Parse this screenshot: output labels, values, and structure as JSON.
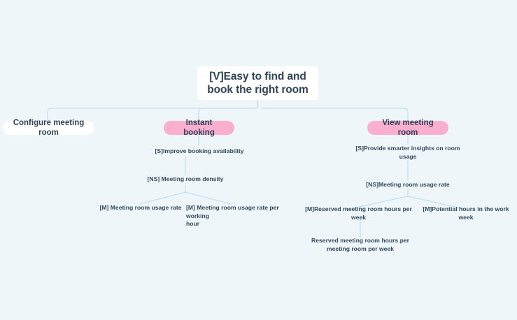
{
  "diagram": {
    "type": "mindmap-tree",
    "background_color": "#eef6fa",
    "edge_color": "#bfe1ef",
    "accent_pink": "#fbafd0",
    "card_white": "#ffffff",
    "text_color": "#34495e",
    "root": {
      "label": "[V]Easy to find and\nbook the right room",
      "style": "white-card"
    },
    "level1": [
      {
        "label": "Configure meeting room",
        "style": "white-pill"
      },
      {
        "label": "Instant booking",
        "style": "pink-pill"
      },
      {
        "label": "View meeting room",
        "style": "pink-pill"
      }
    ],
    "branch_instant_booking": {
      "signal": "[S]Improve booking availability",
      "non_signal": "[NS] Meeting room density",
      "metrics": [
        "[M] Meeting room usage rate",
        "[M] Meeting room usage rate per working\nhour"
      ]
    },
    "branch_view_meeting_room": {
      "signal": "[S]Provide smarter insights on room\nusage",
      "non_signal": "[NS]Meeting room usage rate",
      "metrics": [
        "[M]Reserved meeting room hours per week",
        "[M]Potential hours in the work week"
      ],
      "sub_metric": "Reserved meeting room hours per\nmeeting room per week"
    }
  }
}
